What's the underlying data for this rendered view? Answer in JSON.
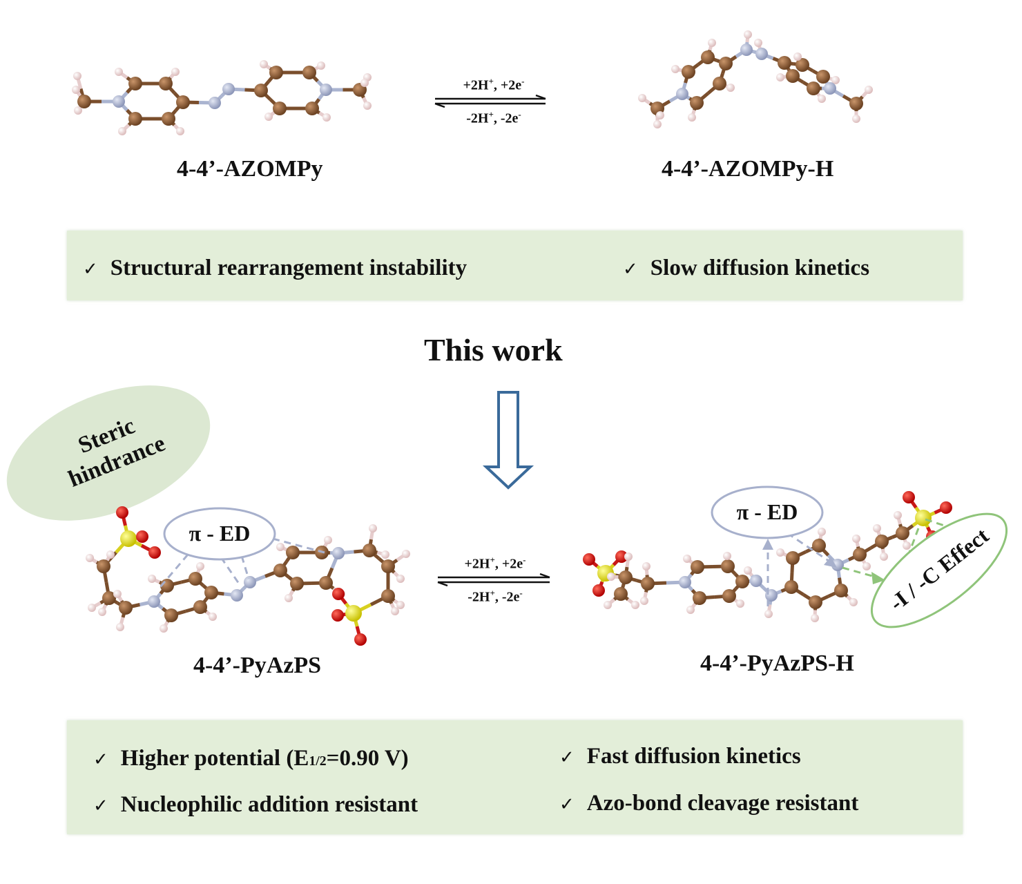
{
  "top_reaction": {
    "reactant_label": "4-4’-AZOMPy",
    "product_label": "4-4’-AZOMPy-H",
    "forward": {
      "base": "+2H",
      "sup1": "+",
      "mid": ", +2e",
      "sup2": "-"
    },
    "reverse": {
      "base": "-2H",
      "sup1": "+",
      "mid": ", -2e",
      "sup2": "-"
    }
  },
  "top_panel": {
    "items": [
      {
        "check": "✓",
        "text": "Structural rearrangement instability"
      },
      {
        "check": "✓",
        "text": "Slow diffusion kinetics"
      }
    ]
  },
  "transition": {
    "heading": "This work",
    "arrow_icon": "hollow-down-arrow"
  },
  "callouts": {
    "steric": [
      "Steric",
      "hindrance"
    ],
    "pi_ed_left": "π - ED",
    "pi_ed_right": "π - ED",
    "inductive": "-I / -C Effect"
  },
  "bottom_reaction": {
    "reactant_label": "4-4’-PyAzPS",
    "product_label": "4-4’-PyAzPS-H",
    "forward": {
      "base": "+2H",
      "sup1": "+",
      "mid": ", +2e",
      "sup2": "-"
    },
    "reverse": {
      "base": "-2H",
      "sup1": "+",
      "mid": ", -2e",
      "sup2": "-"
    }
  },
  "bottom_panel": {
    "items": [
      {
        "check": "✓",
        "text_pre": "Higher potential (E",
        "sub": "1/2",
        "text_post": "=0.90 V)"
      },
      {
        "check": "✓",
        "text": "Fast diffusion kinetics"
      },
      {
        "check": "✓",
        "text": "Nucleophilic addition resistant"
      },
      {
        "check": "✓",
        "text": "Azo-bond cleavage resistant"
      }
    ]
  },
  "colors": {
    "carbon": "#8a5a35",
    "nitrogen": "#aab4d0",
    "hydrogen": "#f2d9d9",
    "oxygen": "#d41414",
    "sulfur": "#e6e020",
    "panel_bg": "#e3eed9",
    "arrow_blue": "#3a6a9a",
    "pi_ed_outline": "#a7b0cc",
    "effect_outline": "#8fc47a"
  }
}
